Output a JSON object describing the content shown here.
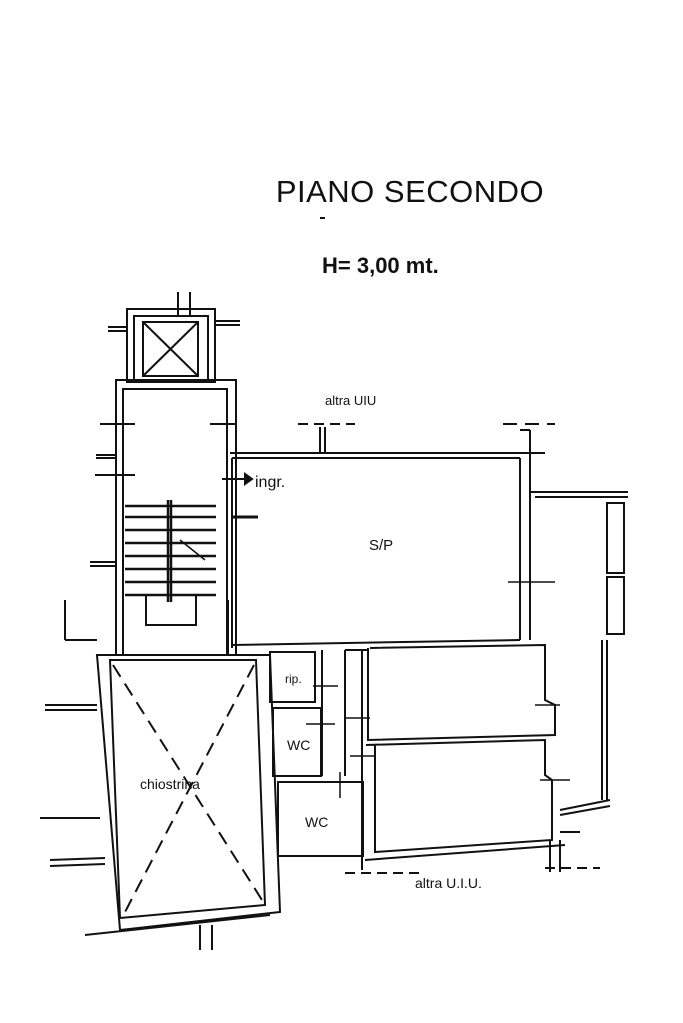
{
  "plan": {
    "title": "PIANO SECONDO",
    "height_label": "H= 3,00 mt.",
    "rooms": {
      "top_neighbor": "altra UIU",
      "entrance": "ingr.",
      "main_room": "S/P",
      "storage": "rip.",
      "wc_1": "WC",
      "wc_2": "WC",
      "courtyard": "chiostrina",
      "bottom_neighbor": "altra U.I.U."
    }
  }
}
